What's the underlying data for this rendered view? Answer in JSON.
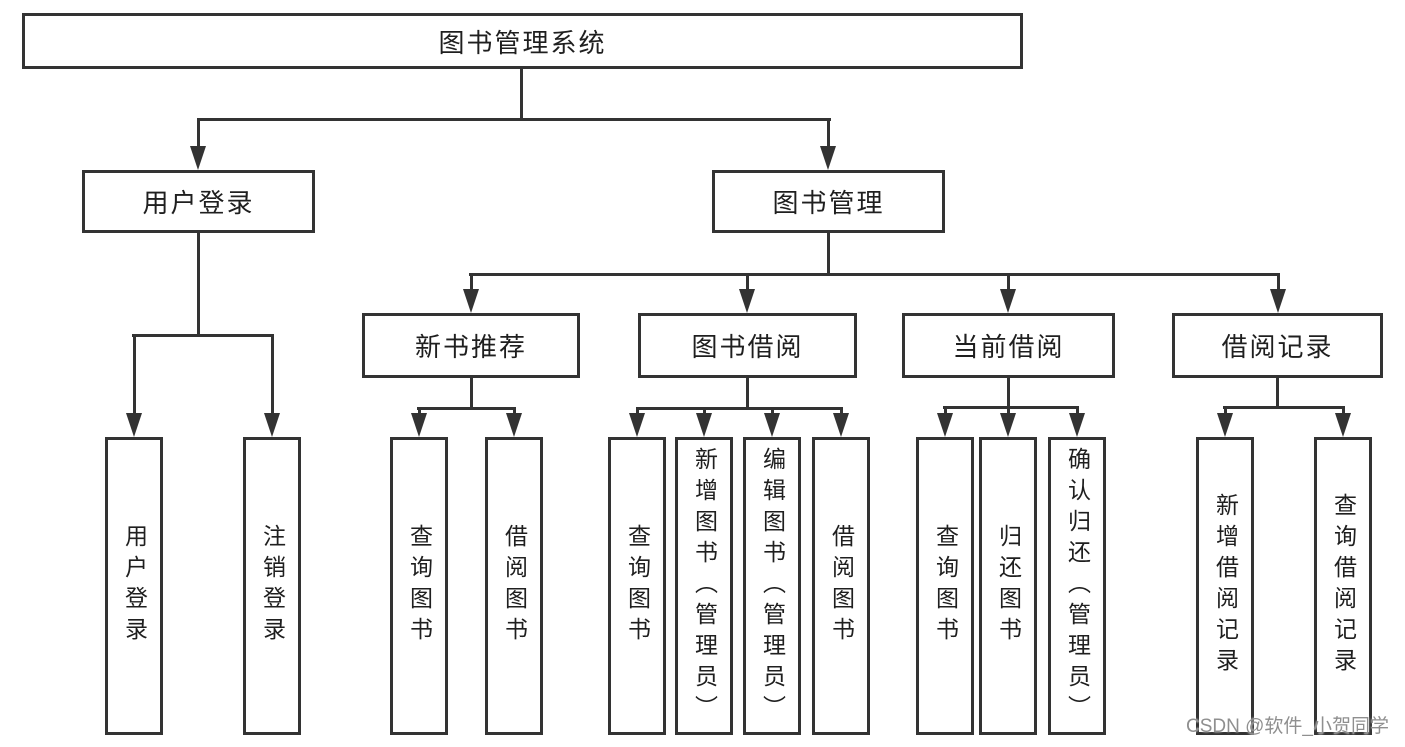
{
  "tree": {
    "root": "图书管理系统",
    "children": [
      {
        "label": "用户登录",
        "children": [
          "用户登录",
          "注销登录"
        ]
      },
      {
        "label": "图书管理",
        "children": [
          {
            "label": "新书推荐",
            "children": [
              "查询图书",
              "借阅图书"
            ]
          },
          {
            "label": "图书借阅",
            "children": [
              "查询图书",
              "新增图书（管理员）",
              "编辑图书（管理员）",
              "借阅图书"
            ]
          },
          {
            "label": "当前借阅",
            "children": [
              "查询图书",
              "归还图书",
              "确认归还（管理员）"
            ]
          },
          {
            "label": "借阅记录",
            "children": [
              "新增借阅记录",
              "查询借阅记录"
            ]
          }
        ]
      }
    ]
  },
  "watermark": "CSDN @软件_小贺同学",
  "colors": {
    "line": "#333333",
    "text": "#1f1f1f",
    "watermark": "#8f8f8f"
  }
}
